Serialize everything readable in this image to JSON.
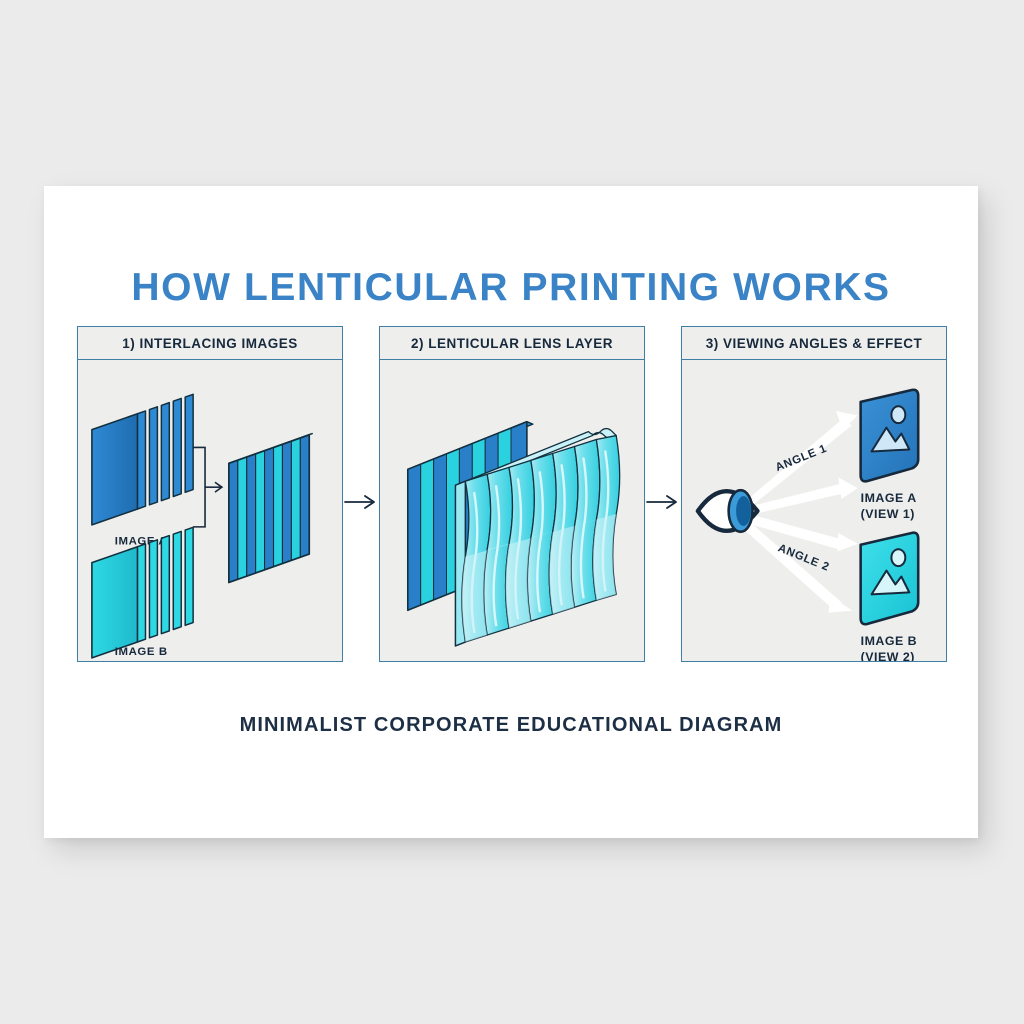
{
  "page": {
    "background_color": "#ebebeb",
    "card_color": "#ffffff",
    "title": "HOW LENTICULAR PRINTING WORKS",
    "caption": "MINIMALIST CORPORATE EDUCATIONAL DIAGRAM",
    "title_color": "#3a83c6",
    "caption_color": "#1d2f45"
  },
  "theme": {
    "blue": "#2a80c8",
    "blue_dark": "#1f68a8",
    "cyan": "#2ad2e0",
    "cyan_light": "#8fe6ef",
    "outline": "#12303f",
    "panel_border": "#3f7fa6",
    "panel_fill": "#eeeeec",
    "arrow_white": "#ffffff"
  },
  "panels": [
    {
      "id": "interlacing-images",
      "header": "1) INTERLACING IMAGES",
      "labels": {
        "source_a": "IMAGE A",
        "source_b": "IMAGE B"
      }
    },
    {
      "id": "lenticular-lens-layer",
      "header": "2) LENTICULAR LENS LAYER",
      "labels": {}
    },
    {
      "id": "viewing-angles-effect",
      "header": "3) VIEWING ANGLES & EFFECT",
      "labels": {
        "angle_1": "ANGLE 1",
        "angle_2": "ANGLE 2",
        "result_a_line1": "IMAGE A",
        "result_a_line2": "(VIEW 1)",
        "result_b_line1": "IMAGE B",
        "result_b_line2": "(VIEW 2)"
      }
    }
  ],
  "connectors": [
    {
      "name": "step-1-to-2",
      "glyph": "arrow-right"
    },
    {
      "name": "step-2-to-3",
      "glyph": "arrow-right"
    }
  ],
  "chart_data": {
    "type": "diagram",
    "title": "HOW LENTICULAR PRINTING WORKS",
    "steps": [
      {
        "index": 1,
        "label": "1) INTERLACING IMAGES",
        "elements": [
          "IMAGE A",
          "IMAGE B",
          "interlaced composite sheet"
        ],
        "stripe_count": 9
      },
      {
        "index": 2,
        "label": "2) LENTICULAR LENS LAYER",
        "elements": [
          "interlaced print sheet",
          "wavy lenticule lens sheet"
        ],
        "lenticule_count": 7
      },
      {
        "index": 3,
        "label": "3) VIEWING ANGLES & EFFECT",
        "elements": [
          "eye",
          "ANGLE 1",
          "ANGLE 2",
          "IMAGE A (VIEW 1)",
          "IMAGE B (VIEW 2)"
        ],
        "ray_count": 4
      }
    ]
  }
}
